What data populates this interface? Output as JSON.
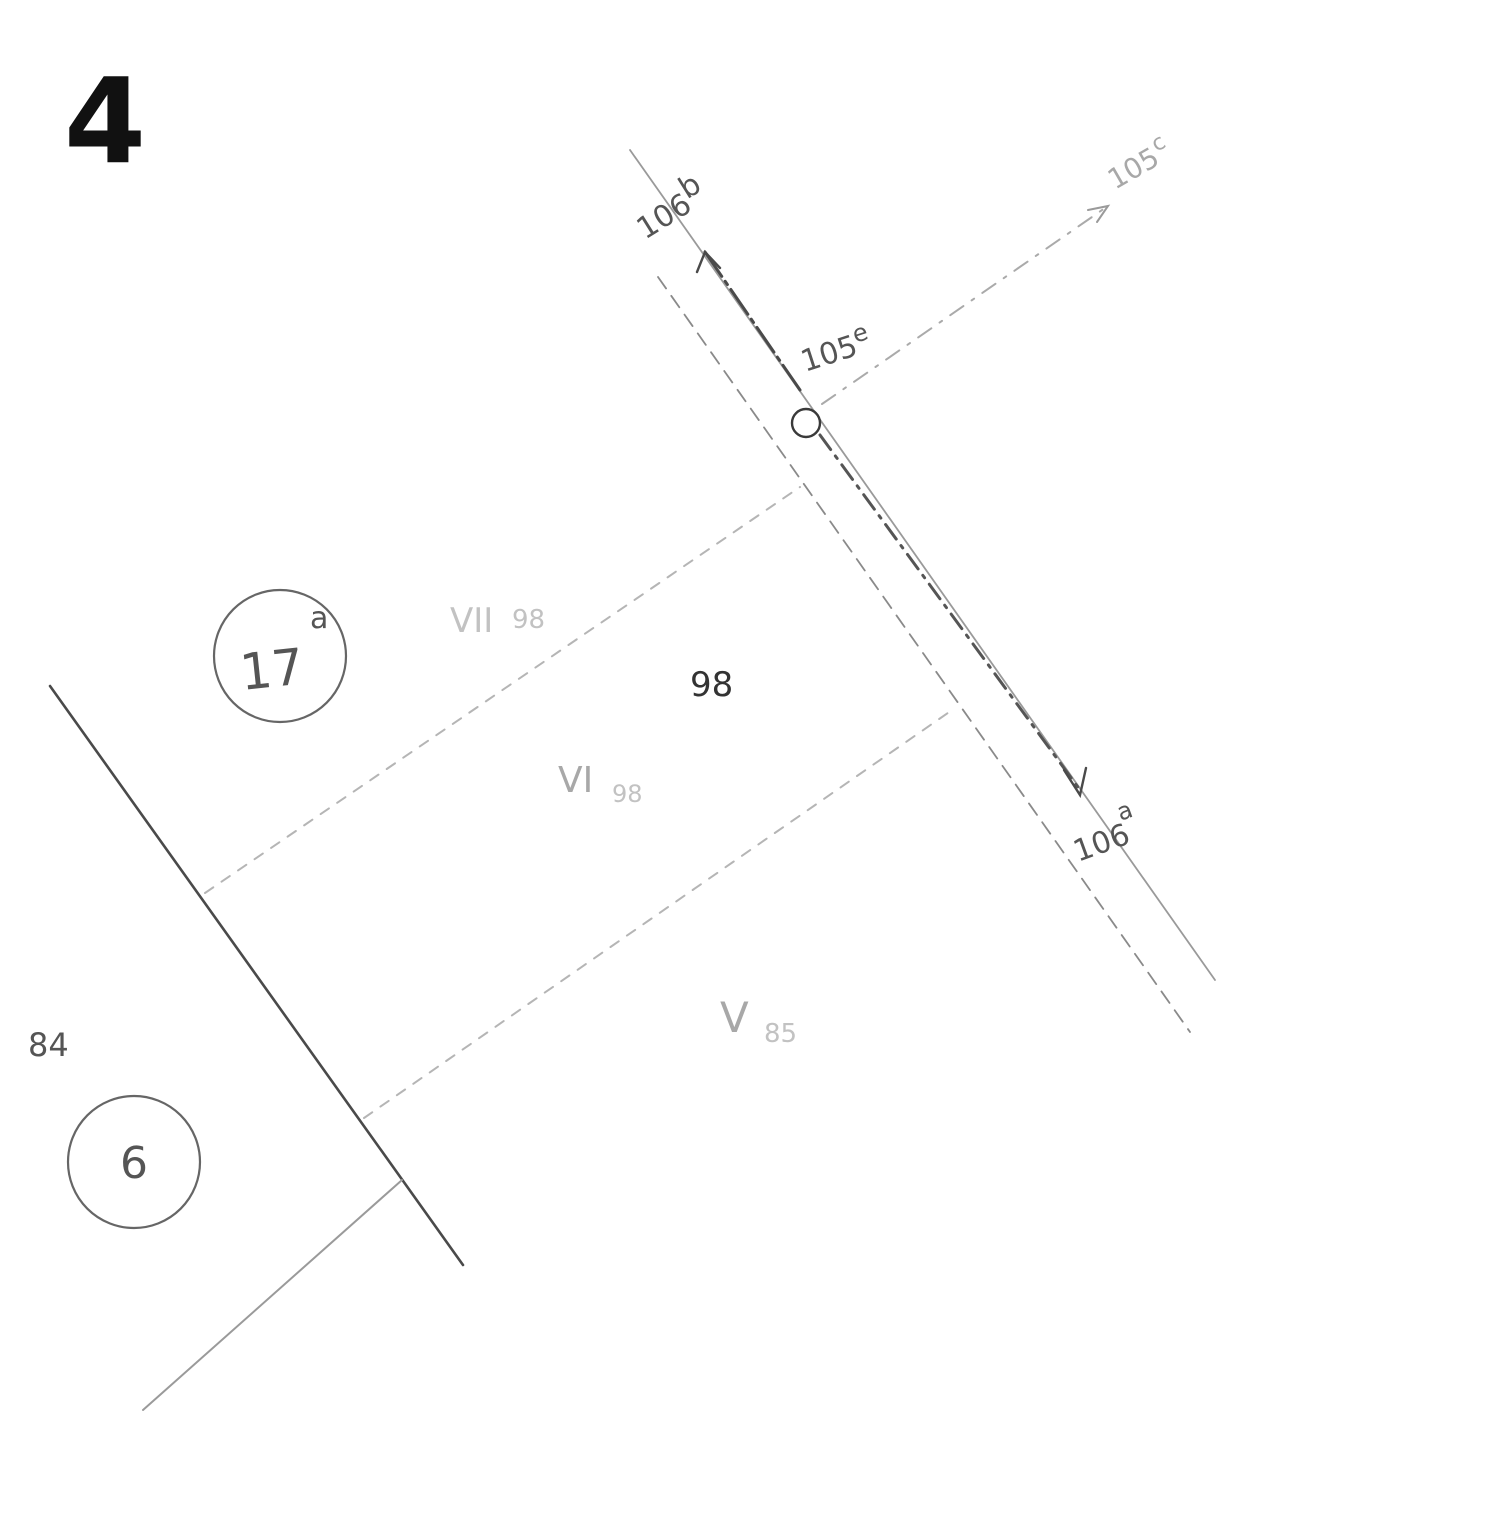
{
  "page_number": "4",
  "parcel_labels": {
    "parcel_17a_number": "17",
    "parcel_17a_suffix": "a",
    "parcel_6_number": "6",
    "parcel_98_number": "98",
    "parcel_84_number": "84"
  },
  "zone_labels": {
    "zone_vii": "VII",
    "zone_vii_sub": "98",
    "zone_vi": "VI",
    "zone_vi_sub": "98",
    "zone_v": "V",
    "zone_v_sub": "85"
  },
  "elevation_labels": {
    "elev_106b_main": "106",
    "elev_106b_suffix": "b",
    "elev_105c_main": "105",
    "elev_105c_suffix": "c",
    "elev_105e_main": "105",
    "elev_105e_suffix": "e",
    "elev_106a_main": "106",
    "elev_106a_suffix": "a"
  },
  "colors": {
    "background": "#ffffff",
    "ink": "#4a4a4a",
    "page_number": "#111111"
  }
}
